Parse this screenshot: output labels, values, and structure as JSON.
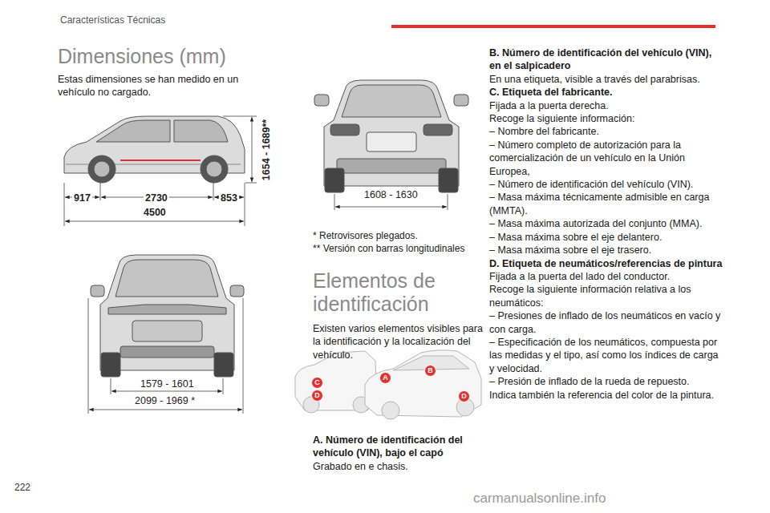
{
  "diagram": {
    "title": "Dimensiones (mm)",
    "nodes": [
      {
        "text": [
          "C"
        ]
      },
      {
        "text": [
          "D"
        ]
      },
      {
        "text": [
          "A"
        ]
      },
      {
        "text": [
          "B"
        ]
      },
      {
        "text": [
          "D"
        ]
      }
    ],
    "labels": [
      "Características Técnicas",
      "222",
      "Estas dimensiones se han medido en un vehículo no cargado.",
      "917",
      "2730",
      "853",
      "4500",
      "1654 - 1689**",
      "1579 - 1601",
      "2099 - 1969 *",
      "1608 - 1630",
      "* Retrovisores plegados.",
      "** Versión con barras longitudinales",
      "Elementos de identificación",
      "Existen varios elementos visibles para la identificación y la localización del vehículo.",
      "A. Número de identificación del vehículo (VIN), bajo el capó",
      "Grabado en e chasis.",
      "B. Número de identificación del vehículo (VIN), en el salpicadero",
      "En una etiqueta, visible a través del parabrisas.",
      "C. Etiqueta del fabricante.",
      "Fijada a la puerta derecha.",
      "Recoge la siguiente información:",
      "– Nombre del fabricante.",
      "– Número completo de autorización para la comercialización de un vehículo en la Unión Europea,",
      "– Número de identificación del vehículo (VIN).",
      "– Masa máxima técnicamente admisible en carga (MMTA).",
      "– Masa máxima autorizada del conjunto (MMA).",
      "– Masa máxima sobre el eje delantero.",
      "– Masa máxima sobre el eje trasero.",
      "D. Etiqueta de neumáticos/referencias de pintura",
      "Fijada a la puerta del lado del conductor.",
      "Recoge la siguiente información relativa a los neumáticos:",
      "– Presiones de inflado de los neumáticos en vacío y con carga.",
      "– Especificación de los neumáticos, compuesta por las medidas y el tipo, así como los índices de carga y velocidad.",
      "– Presión de inflado de la rueda de repuesto.",
      "Indica también la referencia del color de la pintura.",
      "carmanualsonline.info"
    ]
  }
}
